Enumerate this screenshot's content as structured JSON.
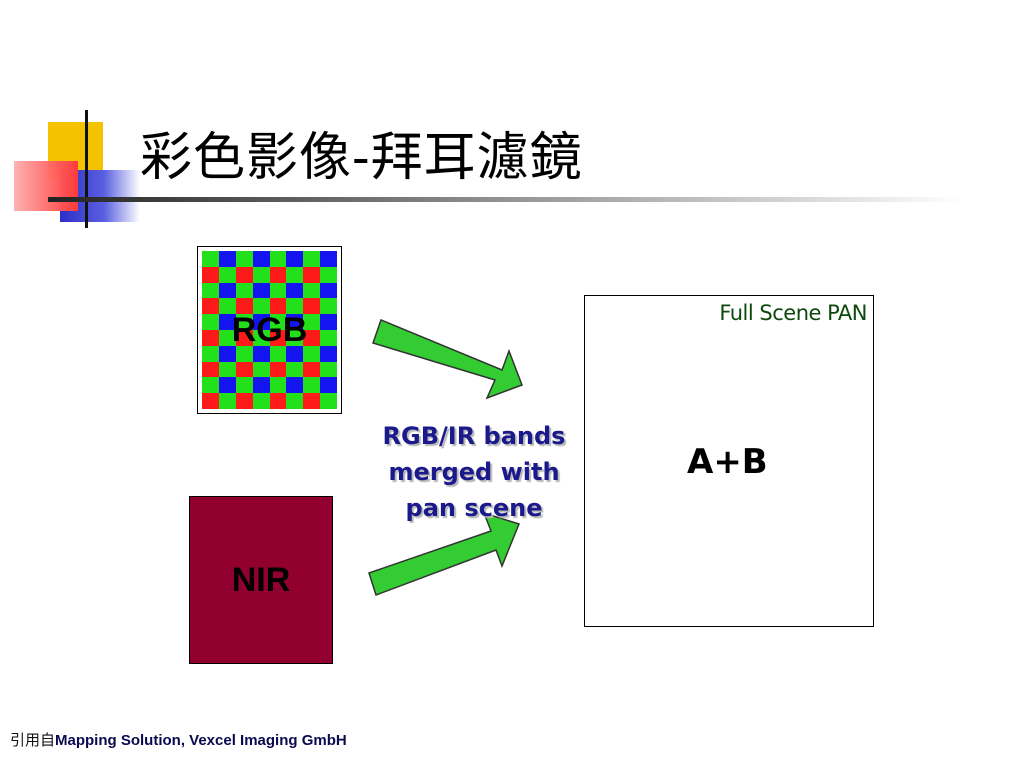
{
  "title": "彩色影像-拜耳濾鏡",
  "bayer_filter": {
    "label": "RGB",
    "rows": 10,
    "cols": 8
  },
  "nir_sensor": {
    "label": "NIR"
  },
  "merge_caption": [
    "RGB/IR bands",
    "merged with",
    "pan scene"
  ],
  "pan_scene": {
    "title": "Full Scene PAN",
    "content": "A+B"
  },
  "credit": {
    "prefix": "引用自",
    "source": "Mapping Solution, Vexcel Imaging GmbH"
  },
  "colors": {
    "bayer_red": "#ff1a1a",
    "bayer_green": "#22e01a",
    "bayer_blue": "#1414f0",
    "nir_fill": "#920030",
    "arrow_fill": "#33cc33",
    "caption_text": "#1a1a8c",
    "pan_title_text": "#0c4a0c"
  }
}
